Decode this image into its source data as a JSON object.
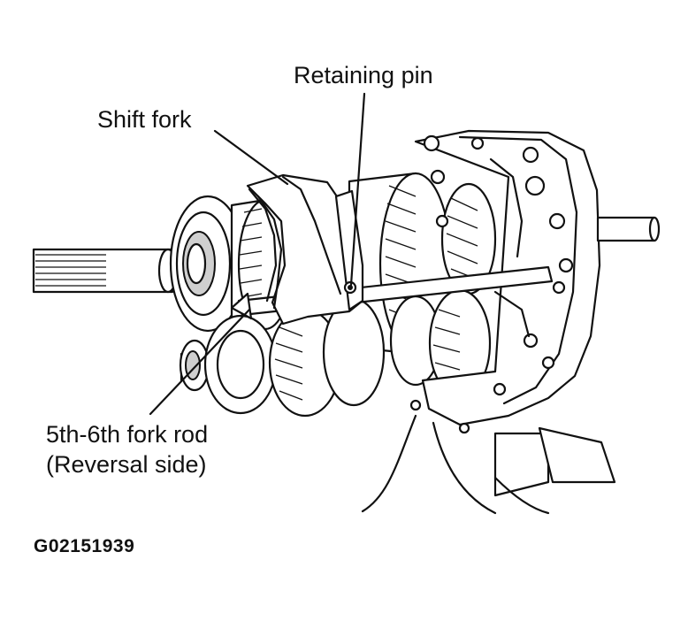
{
  "labels": {
    "retaining_pin": "Retaining pin",
    "shift_fork": "Shift fork",
    "fork_rod_line1": "5th-6th fork rod",
    "fork_rod_line2": "(Reversal side)"
  },
  "figure_code": "G02151939"
}
